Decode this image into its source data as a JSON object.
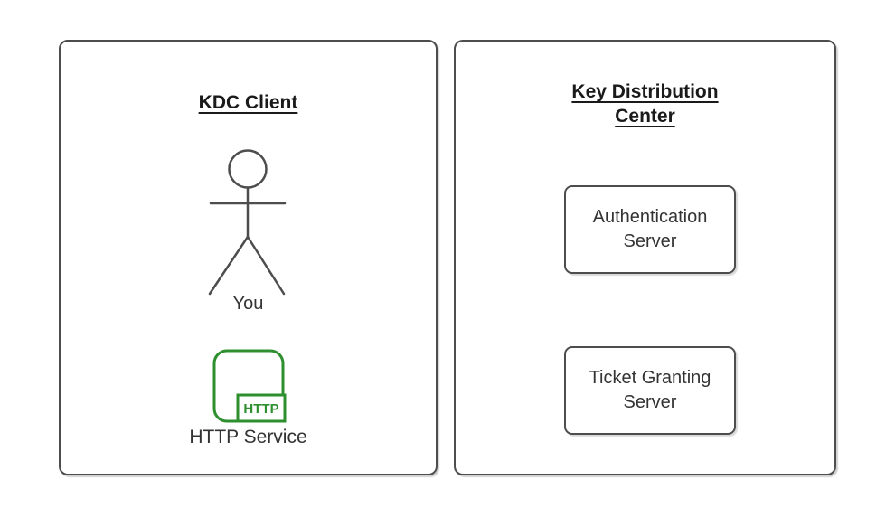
{
  "colors": {
    "stroke": "#4d4d4d",
    "title_text": "#1a1a1a",
    "label_text": "#333333",
    "green": "#2e8f2e",
    "bg": "#ffffff"
  },
  "client_panel": {
    "title": "KDC Client",
    "actor": {
      "label": "You"
    },
    "http_service": {
      "badge": "HTTP",
      "label": "HTTP Service"
    }
  },
  "kdc_panel": {
    "title_lines": [
      "Key Distribution",
      "Center"
    ],
    "servers": [
      {
        "lines": [
          "Authentication",
          "Server"
        ]
      },
      {
        "lines": [
          "Ticket Granting",
          "Server"
        ]
      }
    ]
  }
}
